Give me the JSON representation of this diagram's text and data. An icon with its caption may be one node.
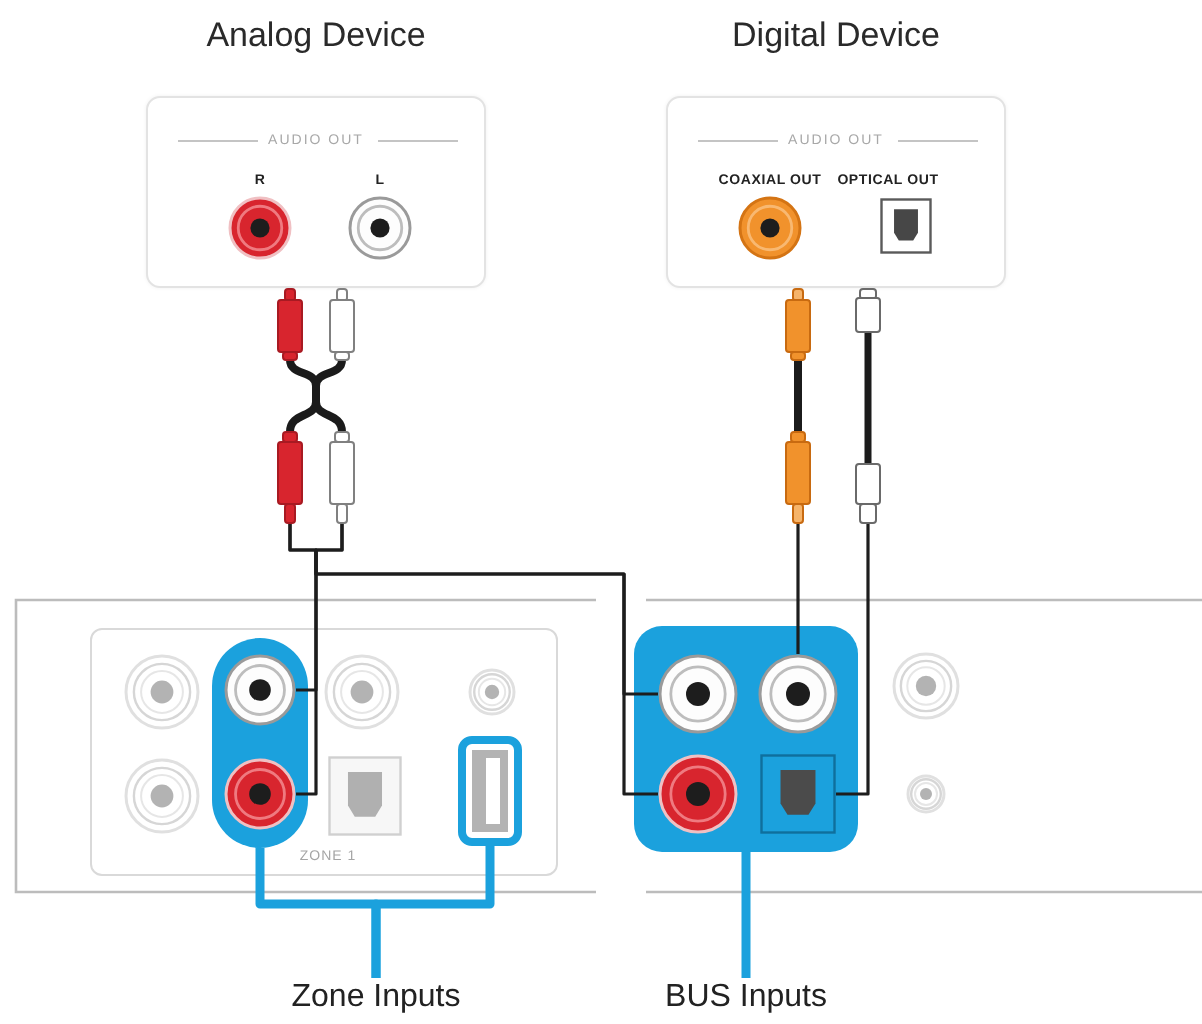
{
  "diagram": {
    "nodes": [
      {
        "text": [
          "Analog Device",
          "AUDIO OUT"
        ]
      },
      {
        "text": [
          "R"
        ],
        "in": 0
      },
      {
        "text": [
          "L"
        ],
        "in": 0
      },
      {
        "text": [
          "Digital Device",
          "AUDIO OUT"
        ]
      },
      {
        "text": [
          "COAXIAL OUT"
        ],
        "in": 3
      },
      {
        "text": [
          "OPTICAL OUT"
        ],
        "in": 3
      },
      {
        "text": [],
        "shape": "picture"
      },
      {
        "text": [],
        "shape": "picture"
      },
      {
        "text": [],
        "shape": "picture"
      },
      {
        "text": [
          "ZONE 1"
        ]
      },
      {
        "text": [],
        "shape": "box",
        "in": 9
      },
      {
        "text": [],
        "shape": "circle",
        "in": 10
      },
      {
        "text": [],
        "shape": "circle",
        "in": 10
      },
      {
        "text": [],
        "shape": "box",
        "in": 9
      },
      {
        "text": [],
        "shape": "box"
      },
      {
        "text": [],
        "shape": "circle",
        "in": 14
      },
      {
        "text": [],
        "shape": "circle",
        "in": 14
      },
      {
        "text": [],
        "shape": "circle",
        "in": 14
      },
      {
        "text": [],
        "shape": "box",
        "in": 14
      },
      {
        "text": [
          "Zone Inputs"
        ]
      },
      {
        "text": [
          "BUS Inputs"
        ]
      }
    ],
    "edges": [
      {
        "from": 6,
        "to": 11,
        "arrow": "none"
      },
      {
        "from": 6,
        "to": 12,
        "arrow": "none"
      },
      {
        "from": 6,
        "to": 15,
        "arrow": "none"
      },
      {
        "from": 6,
        "to": 17,
        "arrow": "none"
      },
      {
        "from": 7,
        "to": 16,
        "arrow": "none"
      },
      {
        "from": 8,
        "to": 18,
        "arrow": "none"
      },
      {
        "from": 19,
        "to": 10,
        "arrow": "none",
        "style": "thick",
        "color": "#1ba1dd"
      },
      {
        "from": 19,
        "to": 13,
        "arrow": "none",
        "style": "thick",
        "color": "#1ba1dd"
      },
      {
        "from": 20,
        "to": 14,
        "arrow": "none",
        "style": "thick",
        "color": "#1ba1dd"
      }
    ]
  }
}
